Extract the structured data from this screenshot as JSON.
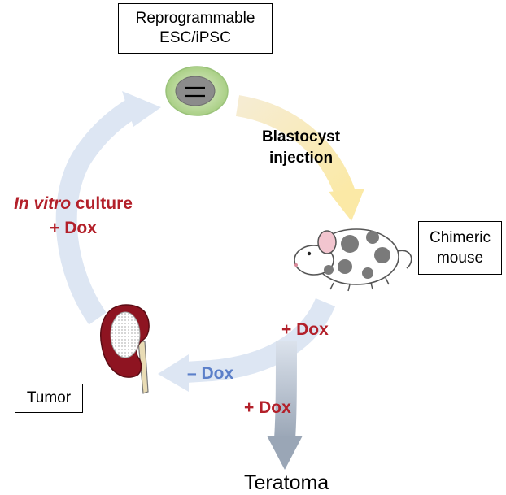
{
  "nodes": {
    "cell_box": {
      "line1": "Reprogrammable",
      "line2": "ESC/iPSC"
    },
    "mouse_box": {
      "line1": "Chimeric",
      "line2": "mouse"
    },
    "tumor_box": {
      "label": "Tumor"
    },
    "teratoma": {
      "label": "Teratoma"
    }
  },
  "edges": {
    "blastocyst": {
      "line1": "Blastocyst",
      "line2": "injection"
    },
    "in_vitro": {
      "italic": "In vitro",
      "rest": " culture",
      "dox": "+ Dox"
    },
    "mouse_dox": {
      "label": "+ Dox"
    },
    "minus_dox": {
      "label": "– Dox"
    },
    "teratoma_dox": {
      "label": "+ Dox"
    }
  },
  "colors": {
    "plus_dox_red": "#b3202a",
    "minus_dox_blue": "#5b7fc9",
    "cycle_arrow_blue": "#dde6f3",
    "injection_arrow_yellow": "#faeec4",
    "teratoma_arrow_gray": "#b9c1cc",
    "kidney_red": "#8e1421",
    "cell_green": "#b9d99a"
  }
}
